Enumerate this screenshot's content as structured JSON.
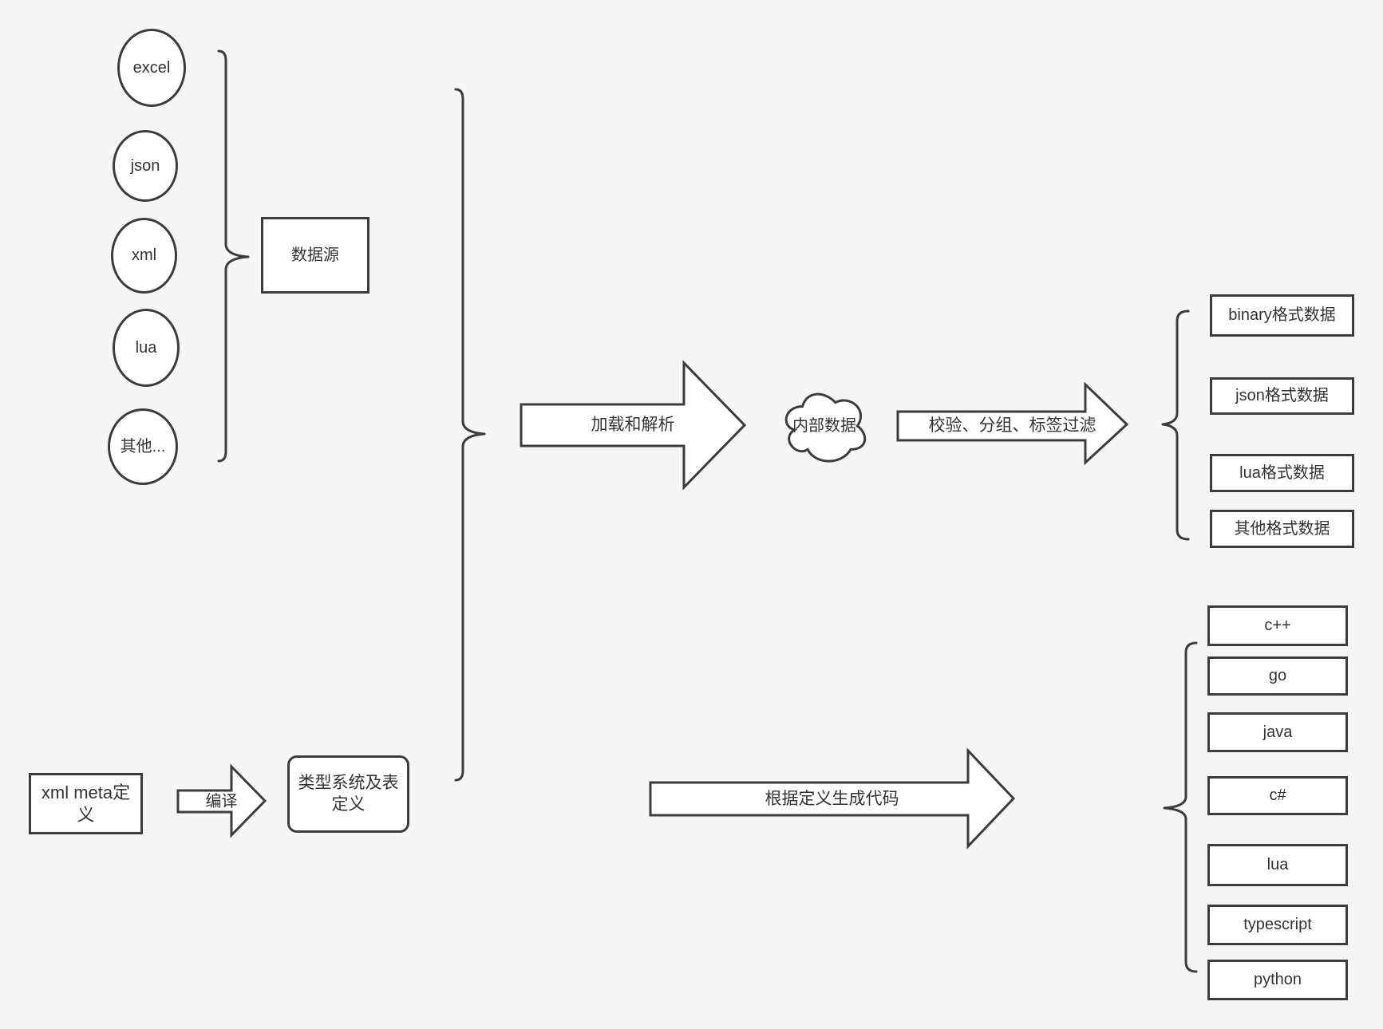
{
  "canvas": {
    "background": "#f5f5f5",
    "stroke": "#3c3c3c",
    "shape_fill": "#ffffff",
    "text_color": "#333333"
  },
  "sources": {
    "items": [
      "excel",
      "json",
      "xml",
      "lua",
      "其他..."
    ],
    "group_label": "数据源"
  },
  "pipeline": {
    "load_parse_arrow": "加载和解析",
    "internal_data_cloud": "内部数据",
    "filter_arrow": "校验、分组、标签过滤"
  },
  "format_outputs": [
    "binary格式数据",
    "json格式数据",
    "lua格式数据",
    "其他格式数据"
  ],
  "meta_definition": {
    "xml_meta_box": "xml meta定义",
    "compile_arrow": "编译",
    "type_system_box": "类型系统及表定义"
  },
  "codegen": {
    "arrow_label": "根据定义生成代码",
    "languages": [
      "c++",
      "go",
      "java",
      "c#",
      "lua",
      "typescript",
      "python"
    ]
  }
}
